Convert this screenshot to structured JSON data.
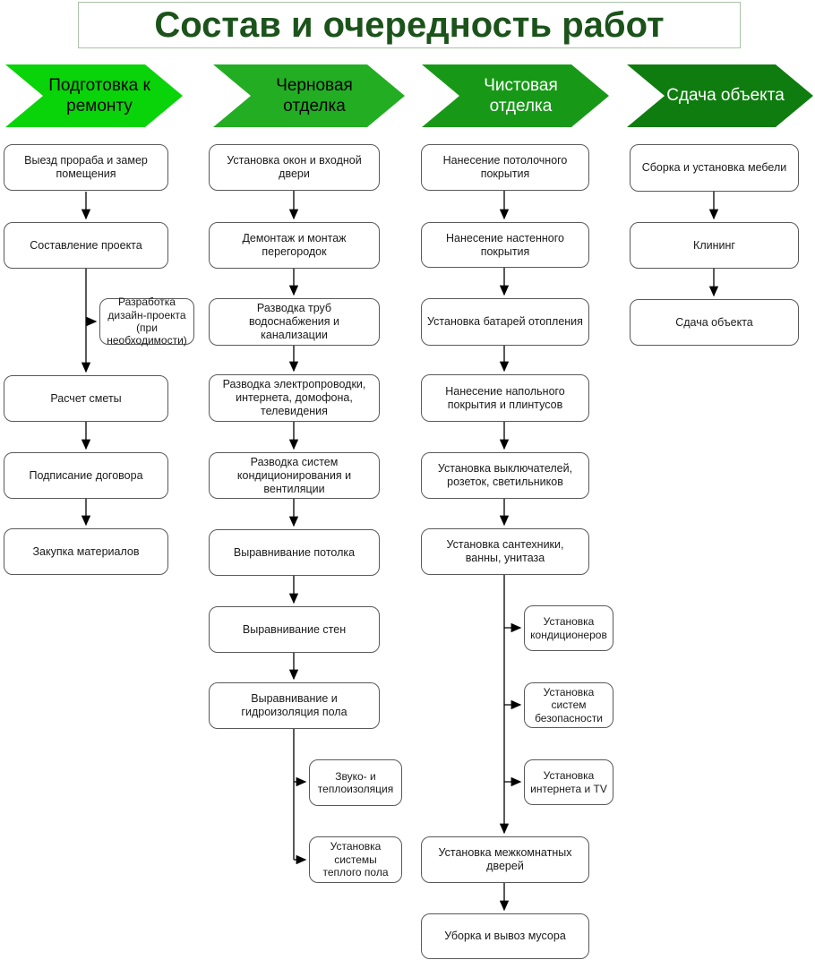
{
  "title": {
    "text": "Состав и очередность работ",
    "text_color": "#1b531b",
    "border_color": "#aac4aa"
  },
  "phases": [
    {
      "label": "Подготовка к ремонту",
      "color": "#09d309",
      "text_color": "#000000"
    },
    {
      "label": "Черновая отделка",
      "color": "#23ad23",
      "text_color": "#000000"
    },
    {
      "label": "Чистовая отделка",
      "color": "#179917",
      "text_color": "#ffffff"
    },
    {
      "label": "Сдача объекта",
      "color": "#0f7c0f",
      "text_color": "#ffffff"
    }
  ],
  "columns": [
    {
      "phase": "Подготовка к ремонту",
      "steps": [
        "Выезд прораба и замер помещения",
        "Составление проекта",
        "Расчет сметы",
        "Подписание договора",
        "Закупка материалов"
      ],
      "side_steps": [
        "Разработка дизайн-проекта (при необходимости)"
      ]
    },
    {
      "phase": "Черновая отделка",
      "steps": [
        "Установка окон и входной двери",
        "Демонтаж и монтаж перегородок",
        "Разводка труб водоснабжения и канализации",
        "Разводка электропроводки, интернета, домофона, телевидения",
        "Разводка систем кондиционирования и вентиляции",
        "Выравнивание потолка",
        "Выравнивание стен",
        "Выравнивание и гидроизоляция пола"
      ],
      "side_steps": [
        "Звуко- и теплоизоляция",
        "Установка системы теплого пола"
      ]
    },
    {
      "phase": "Чистовая отделка",
      "steps": [
        "Нанесение потолочного покрытия",
        "Нанесение настенного покрытия",
        "Установка батарей отопления",
        "Нанесение напольного покрытия и плинтусов",
        "Установка выключателей, розеток, светильников",
        "Установка сантехники, ванны, унитаза",
        "Установка межкомнатных дверей",
        "Уборка и вывоз мусора"
      ],
      "side_steps": [
        "Установка кондиционеров",
        "Установка систем безопасности",
        "Установка интернета и TV"
      ]
    },
    {
      "phase": "Сдача объекта",
      "steps": [
        "Сборка и установка мебели",
        "Клининг",
        "Сдача объекта"
      ],
      "side_steps": []
    }
  ],
  "connector_color": "#000000",
  "box_border_color": "#595959"
}
